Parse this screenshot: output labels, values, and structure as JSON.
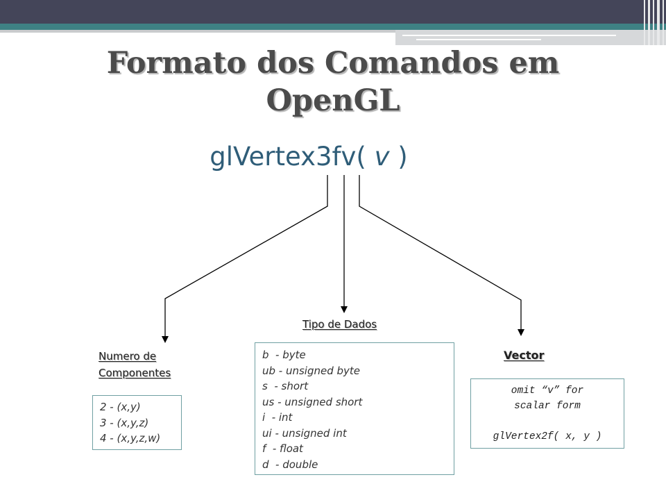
{
  "slide": {
    "title_lines": [
      "Formato dos Comandos em",
      "OpenGL"
    ],
    "function_signature": {
      "prefix": "glVertex3fv( ",
      "arg": "v",
      "suffix": " )"
    },
    "labels": {
      "components": [
        "Numero de",
        "Componentes"
      ],
      "datatypes": "Tipo de Dados",
      "vector": "Vector"
    },
    "components_box": [
      "2 - (x,y)",
      "3 - (x,y,z)",
      "4 - (x,y,z,w)"
    ],
    "datatypes_box": [
      "b  - byte",
      "ub - unsigned byte",
      "s  - short",
      "us - unsigned short",
      "i  - int",
      "ui - unsigned int",
      "f  - float",
      "d  - double"
    ],
    "vector_box": [
      "omit “v” for",
      "scalar form",
      "",
      "glVertex2f( x, y )"
    ],
    "colors": {
      "header_dark": "#444559",
      "header_teal": "#3e8184",
      "signature": "#2f5d78",
      "box_border": "#6f9fa2"
    }
  }
}
